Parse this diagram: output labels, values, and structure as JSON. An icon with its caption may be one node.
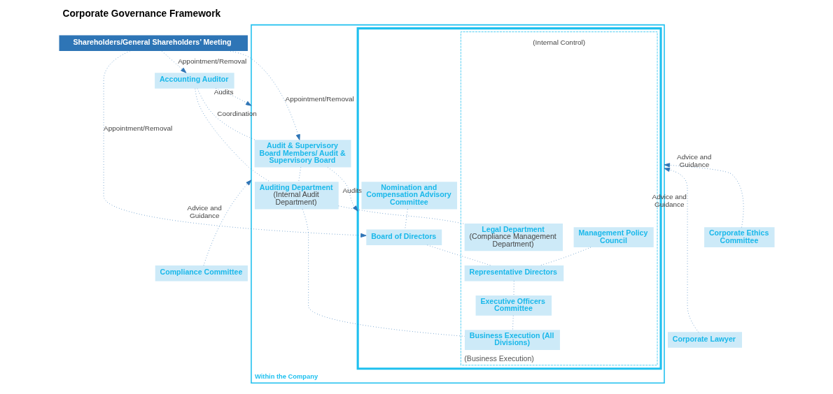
{
  "diagram": {
    "title": "Corporate Governance Framework",
    "nodes": [
      {
        "text": [
          "Shareholders/General Shareholders’ Meeting"
        ]
      },
      {
        "text": [
          "Within the Company"
        ]
      },
      {
        "text": [
          "Audit & Supervisory Board Members/ Audit & Supervisory Board"
        ],
        "in": 1
      },
      {
        "text": [
          "Auditing Department",
          "(Internal Audit Department)"
        ],
        "in": 1
      },
      {
        "text": [],
        "shape": "bracket",
        "in": 1
      },
      {
        "text": [
          "Board of Directors"
        ],
        "in": 4
      },
      {
        "text": [
          "Nomination and Compensation Advisory Committee"
        ],
        "in": 4
      },
      {
        "text": [
          "(Business Execution)"
        ],
        "in": 4
      },
      {
        "text": [
          "Representative Directors"
        ],
        "in": 7
      },
      {
        "text": [
          "Management Policy Council"
        ],
        "in": 7
      },
      {
        "text": [
          "Executive Officers Committee"
        ],
        "in": 7
      },
      {
        "text": [
          "Legal Department",
          "(Compliance Management Department)"
        ],
        "in": 7
      },
      {
        "text": [
          "Business Execution (All Divisions)"
        ],
        "in": 7
      },
      {
        "text": [
          "Accounting Auditor"
        ]
      },
      {
        "text": [
          "Corporate Ethics Committee"
        ]
      },
      {
        "text": [
          "Compliance Committee"
        ]
      },
      {
        "text": [
          "Corporate Lawyer"
        ]
      }
    ],
    "edges": [
      {
        "from": 0,
        "to": 13,
        "arrow": "to",
        "label": "Appointment/Removal"
      },
      {
        "from": 0,
        "to": 2,
        "arrow": "to",
        "label": "Appointment/Removal"
      },
      {
        "from": 0,
        "to": 5,
        "arrow": "to",
        "label": "Appointment/Removal"
      },
      {
        "from": 2,
        "to": 4,
        "arrow": "to",
        "label": "Audits"
      },
      {
        "from": 2,
        "to": 3,
        "arrow": "none"
      },
      {
        "from": 13,
        "to": 2,
        "arrow": "none",
        "label": "Coordination"
      },
      {
        "from": 13,
        "to": 3,
        "arrow": "none"
      },
      {
        "from": 13,
        "to": 1,
        "arrow": "to",
        "label": "Audits"
      },
      {
        "from": 5,
        "to": 8,
        "arrow": "none"
      },
      {
        "from": 6,
        "to": 5,
        "arrow": "none"
      },
      {
        "from": 8,
        "to": 10,
        "arrow": "none"
      },
      {
        "from": 9,
        "to": 8,
        "arrow": "none"
      },
      {
        "from": 10,
        "to": 12,
        "arrow": "none"
      },
      {
        "from": 3,
        "to": 11,
        "arrow": "none"
      },
      {
        "from": 3,
        "to": 12,
        "arrow": "none"
      },
      {
        "from": 14,
        "to": 1,
        "arrow": "to",
        "label": "Advice and Guidance"
      },
      {
        "from": 15,
        "to": 1,
        "arrow": "to",
        "label": "Advice and Guidance"
      },
      {
        "from": 16,
        "to": 1,
        "arrow": "to",
        "label": "Advice and Guidance"
      }
    ],
    "labels": [
      "(Internal Control)"
    ]
  }
}
